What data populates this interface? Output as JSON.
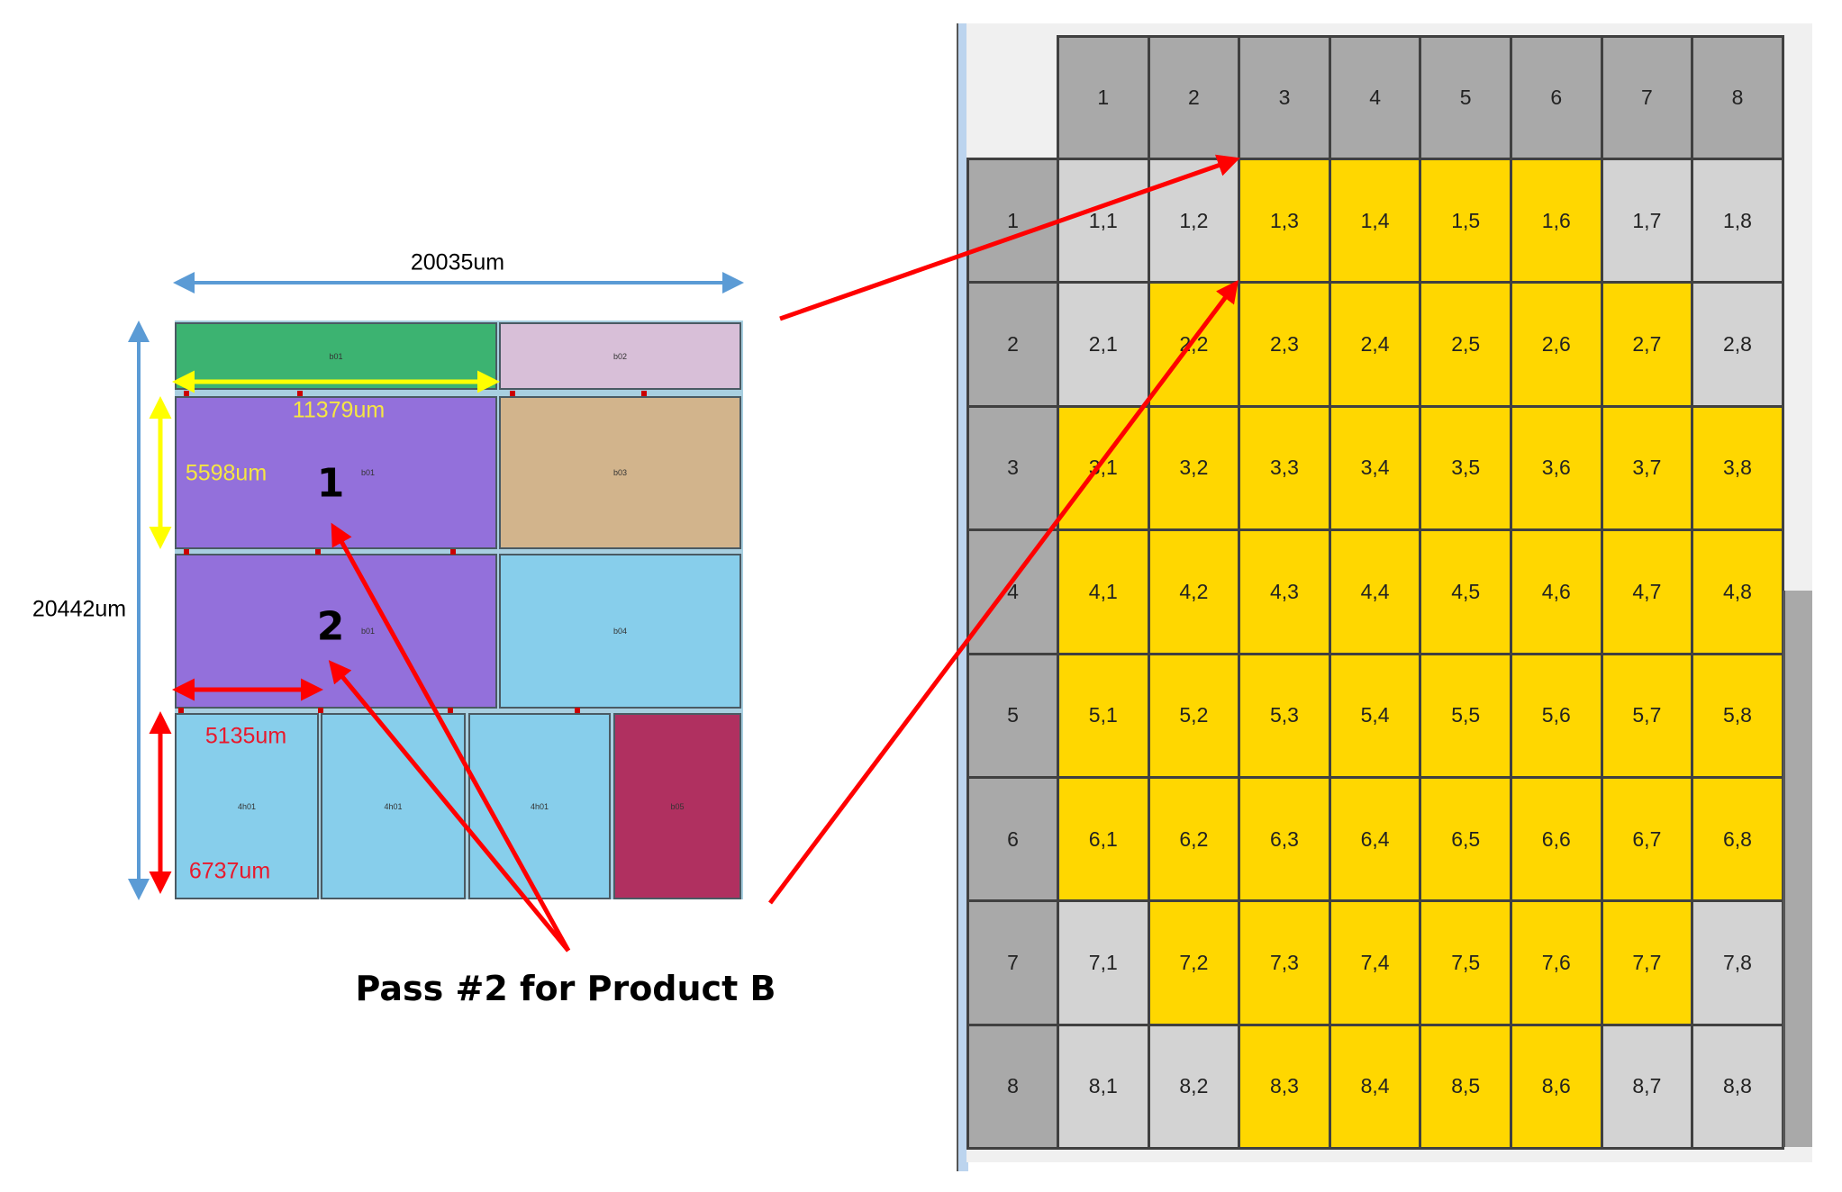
{
  "floorplan": {
    "width_label": "20035um",
    "height_label": "20442um",
    "block_width_label": "11379um",
    "block_height_label": "5598um",
    "small_width_label": "5135um",
    "small_height_label": "6737um",
    "marker_1": "1",
    "marker_2": "2",
    "blocks": {
      "b01_top": "b01",
      "b02": "b02",
      "b01_mid": "b01",
      "b03": "b03",
      "b01_low": "b01",
      "b04": "b04",
      "h1": "4h01",
      "h2": "4h01",
      "h3": "4h01",
      "b05": "b05"
    },
    "colors": {
      "green": "#3cb371",
      "pink": "#d8bfd8",
      "purple": "#9370db",
      "tan": "#d2b48c",
      "sky": "#87ceeb",
      "maroon": "#b03060"
    }
  },
  "caption": "Pass #2 for Product B",
  "grid": {
    "col_headers": [
      "1",
      "2",
      "3",
      "4",
      "5",
      "6",
      "7",
      "8"
    ],
    "row_headers": [
      "1",
      "2",
      "3",
      "4",
      "5",
      "6",
      "7",
      "8"
    ],
    "selected": [
      [
        0,
        0,
        1,
        1,
        1,
        1,
        0,
        0
      ],
      [
        0,
        1,
        1,
        1,
        1,
        1,
        1,
        0
      ],
      [
        1,
        1,
        1,
        1,
        1,
        1,
        1,
        1
      ],
      [
        1,
        1,
        1,
        1,
        1,
        1,
        1,
        1
      ],
      [
        1,
        1,
        1,
        1,
        1,
        1,
        1,
        1
      ],
      [
        1,
        1,
        1,
        1,
        1,
        1,
        1,
        1
      ],
      [
        0,
        1,
        1,
        1,
        1,
        1,
        1,
        0
      ],
      [
        0,
        0,
        1,
        1,
        1,
        1,
        0,
        0
      ]
    ],
    "colors": {
      "selected": "#ffd700",
      "unselected": "#d3d3d3",
      "header": "#a9a9a9"
    }
  }
}
